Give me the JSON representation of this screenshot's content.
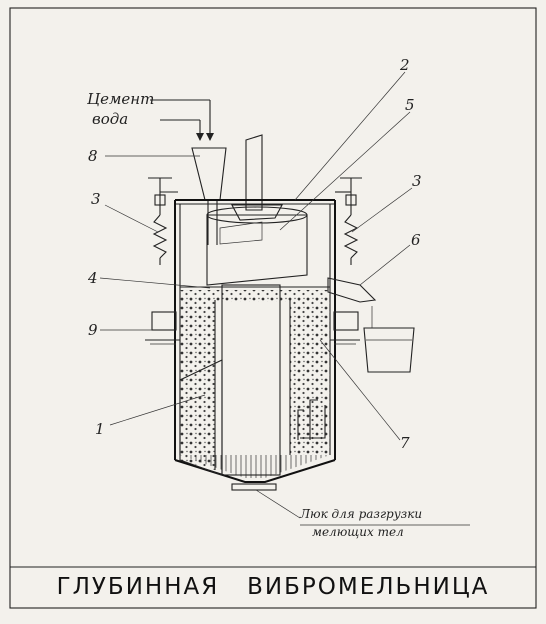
{
  "drawing": {
    "inputs": {
      "cement": "Цемент",
      "water": "вода"
    },
    "callouts": [
      "2",
      "5",
      "8",
      "3",
      "3",
      "6",
      "4",
      "9",
      "1",
      "7"
    ],
    "hatch_note": {
      "line1": "Люк для разгрузки",
      "line2": "мелющих тел"
    },
    "title": "ГЛУБИННАЯ   ВИБРОМЕЛЬНИЦА"
  }
}
